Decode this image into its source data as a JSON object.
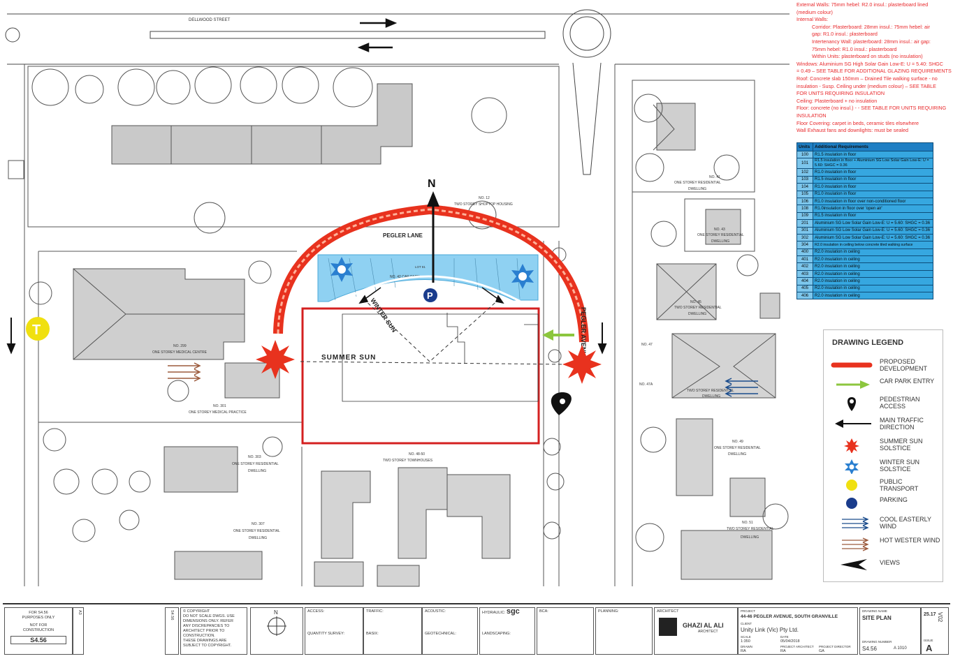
{
  "notes": {
    "ext_walls": "External Walls: 75mm hebel: R2.0 insul.: plasterboard lined",
    "ext_walls_2": "(medium colour)",
    "int_walls": "Internal Walls:",
    "corridor": "Corridor: Plasterboard: 28mm insul.: 75mm hebel: air",
    "corridor_2": "gap: R1.0 insul.: plasterboard",
    "intertenancy": "Intertenancy Wall: plasterboard: 28mm insul.: air gap:",
    "intertenancy_2": "75mm hebel: R1.0 insul.: plasterboard",
    "within_units": "Within Units: plasterboard on studs (no insulation)",
    "windows": "Windows: Aluminium SG High Solar Gain Low-E: U = 5.40: SHGC",
    "windows_2": "= 0.49 – SEE TABLE FOR ADDITIONAL GLAZING REQUIREMENTS",
    "roof": "Roof: Concrete slab 150mm – Drained Tile walking surface - no",
    "roof_2": "insulation - Susp. Ceiling under (medium colour) – SEE TABLE",
    "roof_3": "FOR UNITS REQUIRING INSULATION",
    "ceiling": "Ceiling: Plasterboard + no insulation",
    "floor": "Floor: concrete (no insul.) - - SEE TABLE FOR UNITS REQUIRING",
    "floor_2": "INSULATION",
    "floor_cov": "Floor Covering: carpet in beds, ceramic tiles elsewhere",
    "exhaust": "Wall Exhaust fans and downlights: must be sealed"
  },
  "table": {
    "h_units": "Units",
    "h_req": "Additional Requirements",
    "rows": [
      {
        "u": "100",
        "r": "R1.5 insulation in floor"
      },
      {
        "u": "101",
        "r": "R1.5 insulation in floor + Aluminium SG Low Solar Gain Low-E: U = 5.60: SHGC = 0.36"
      },
      {
        "u": "102",
        "r": "R1.0 insulation in floor"
      },
      {
        "u": "103",
        "r": "R1.5 insulation in floor"
      },
      {
        "u": "104",
        "r": "R1.0 insulation in floor"
      },
      {
        "u": "105",
        "r": "R1.0 insulation in floor"
      },
      {
        "u": "106",
        "r": "R1.0 insulation in floor over non-conditioned floor"
      },
      {
        "u": "108",
        "r": "R1.0insulation in floor over 'open air'"
      },
      {
        "u": "109",
        "r": "R1.5 insulation in floor"
      },
      {
        "u": "201",
        "r": "Aluminium SG Low Solar Gain Low-E: U = 5.60: SHGC = 0.36"
      },
      {
        "u": "301",
        "r": "Aluminium SG Low Solar Gain Low-E: U = 5.60: SHGC = 0.36"
      },
      {
        "u": "302",
        "r": "Aluminium SG Low Solar Gain Low-E: U = 5.60: SHGC = 0.36"
      },
      {
        "u": "304",
        "r": "R2.0 insulation in ceiling below concrete tiled walking surface"
      },
      {
        "u": "400",
        "r": "R2.0 insulation in ceiling"
      },
      {
        "u": "401",
        "r": "R2.0 insulation in ceiling"
      },
      {
        "u": "402",
        "r": "R2.0 insulation in ceiling"
      },
      {
        "u": "403",
        "r": "R2.0 insulation in ceiling"
      },
      {
        "u": "404",
        "r": "R2.0 insulation in ceiling"
      },
      {
        "u": "405",
        "r": "R2.0 insulation in ceiling"
      },
      {
        "u": "406",
        "r": "R2.0 insulation in ceiling"
      }
    ]
  },
  "legend": {
    "title": "DRAWING LEGEND",
    "proposed": "PROPOSED DEVELOPMENT",
    "car_park": "CAR PARK ENTRY",
    "pedestrian": "PEDESTRIAN ACCESS",
    "traffic": "MAIN TRAFFIC DIRECTION",
    "summer": "SUMMER SUN SOLSTICE",
    "winter": "WINTER SUN SOLSTICE",
    "transport": "PUBLIC TRANSPORT",
    "parking": "PARKING",
    "cool": "COOL EASTERLY WIND",
    "hot": "HOT WESTER WIND",
    "views": "VIEWS"
  },
  "map": {
    "dellwood": "DELLWOOD STREET",
    "pegler_lane": "PEGLER LANE",
    "pegler_ave": "PEGLER AVENUE",
    "north": "N",
    "summer_sun": "SUMMER SUN",
    "winter_sun": "WINTER SUN",
    "t_letter": "T",
    "p_letter": "P",
    "no12": "NO. 12",
    "no12_desc": "TWO STOREY SHOPTOP HOUSING",
    "no41": "NO. 41",
    "no41_desc": "ONE STOREY RESIDENTIAL",
    "dwelling": "DWELLING",
    "no43": "NO. 43",
    "no43_desc": "ONE STOREY RESIDENTIAL",
    "no45": "NO. 45",
    "no45_desc": "TWO STOREY RESIDENTIAL",
    "no47": "NO. 47",
    "no47a": "NO. 47A",
    "no47_desc": "TWO STOREY RESIDENTIAL",
    "no49": "NO. 49",
    "no49_desc": "ONE STOREY RESIDENTIAL",
    "no51": "NO. 51",
    "no51_desc": "TWO STOREY RESIDENTIAL",
    "no299": "NO. 299",
    "no299_desc": "ONE STOREY MEDICAL CENTRE",
    "no301": "NO. 301",
    "no301_desc": "ONE STOREY MEDICAL PRACTICE",
    "no303": "NO. 303",
    "no303_desc": "ONE STOREY RESIDENTIAL",
    "no307": "NO. 307",
    "no307_desc": "ONE STOREY RESIDENTIAL",
    "no4850": "NO. 48-50",
    "no4850_desc": "TWO STOREY TOWNHOUSES",
    "lot": "LOT 81",
    "carpark": "NO. 42 CAR PARK"
  },
  "titleblock": {
    "s456_1": "FOR S4.56",
    "s456_2": "PURPOSES ONLY",
    "nfc_1": "NOT FOR",
    "nfc_2": "CONSTRUCTION",
    "s456": "S4.56",
    "a3": "A3",
    "copyright": "© COPYRIGHT",
    "cr_1": "DO NOT SCALE DWGS. USE",
    "cr_2": "DIMENSIONS ONLY. REFER",
    "cr_3": "ANY DISCREPANCIES TO",
    "cr_4": "ARCHITECT PRIOR TO",
    "cr_5": "CONSTRUCTION.",
    "cr_6": "THESE DRAWINGS ARE",
    "cr_7": "SUBJECT TO COPYRIGHT.",
    "n": "N",
    "access": "ACCESS:",
    "traffic": "TRAFFIC:",
    "acoustic": "ACOUSTIC:",
    "hydraulic": "HYDRAULIC:",
    "sgc": "sgc",
    "bca": "BCA:",
    "planning": "PLANNING:",
    "qs": "QUANTITY SURVEY:",
    "basix": "BASIX:",
    "geotech": "GEOTECHNICAL:",
    "landscaping": "LANDSCAPING:",
    "architect": "ARCHITECT",
    "firm": "GHAZI AL ALI",
    "firm_2": "ARCHITECT",
    "project": "PROJECT",
    "address": "44-46 PEGLER AVENUE, SOUTH GRANVILLE",
    "client_lbl": "CLIENT",
    "client": "Unity Link (Vic) Pty Ltd.",
    "scale_lbl": "SCALE",
    "scale": "1:350",
    "date_lbl": "DATE",
    "date": "05/04/2018",
    "drawn_lbl": "DRAWN",
    "drawn": "RA",
    "pa_lbl": "PROJECT ARCHITECT",
    "pa": "RA",
    "pd_lbl": "PROJECT DIRECTOR",
    "pd": "GA",
    "dn_lbl": "DRAWING NAME",
    "dn": "SITE PLAN",
    "dno_lbl": "DRAWING NUMBER",
    "s456b": "S4.56",
    "a1010": "A 1010",
    "proj_no": "25.17",
    "v02": "V02",
    "issue_lbl": "ISSUE",
    "issue": "A"
  }
}
